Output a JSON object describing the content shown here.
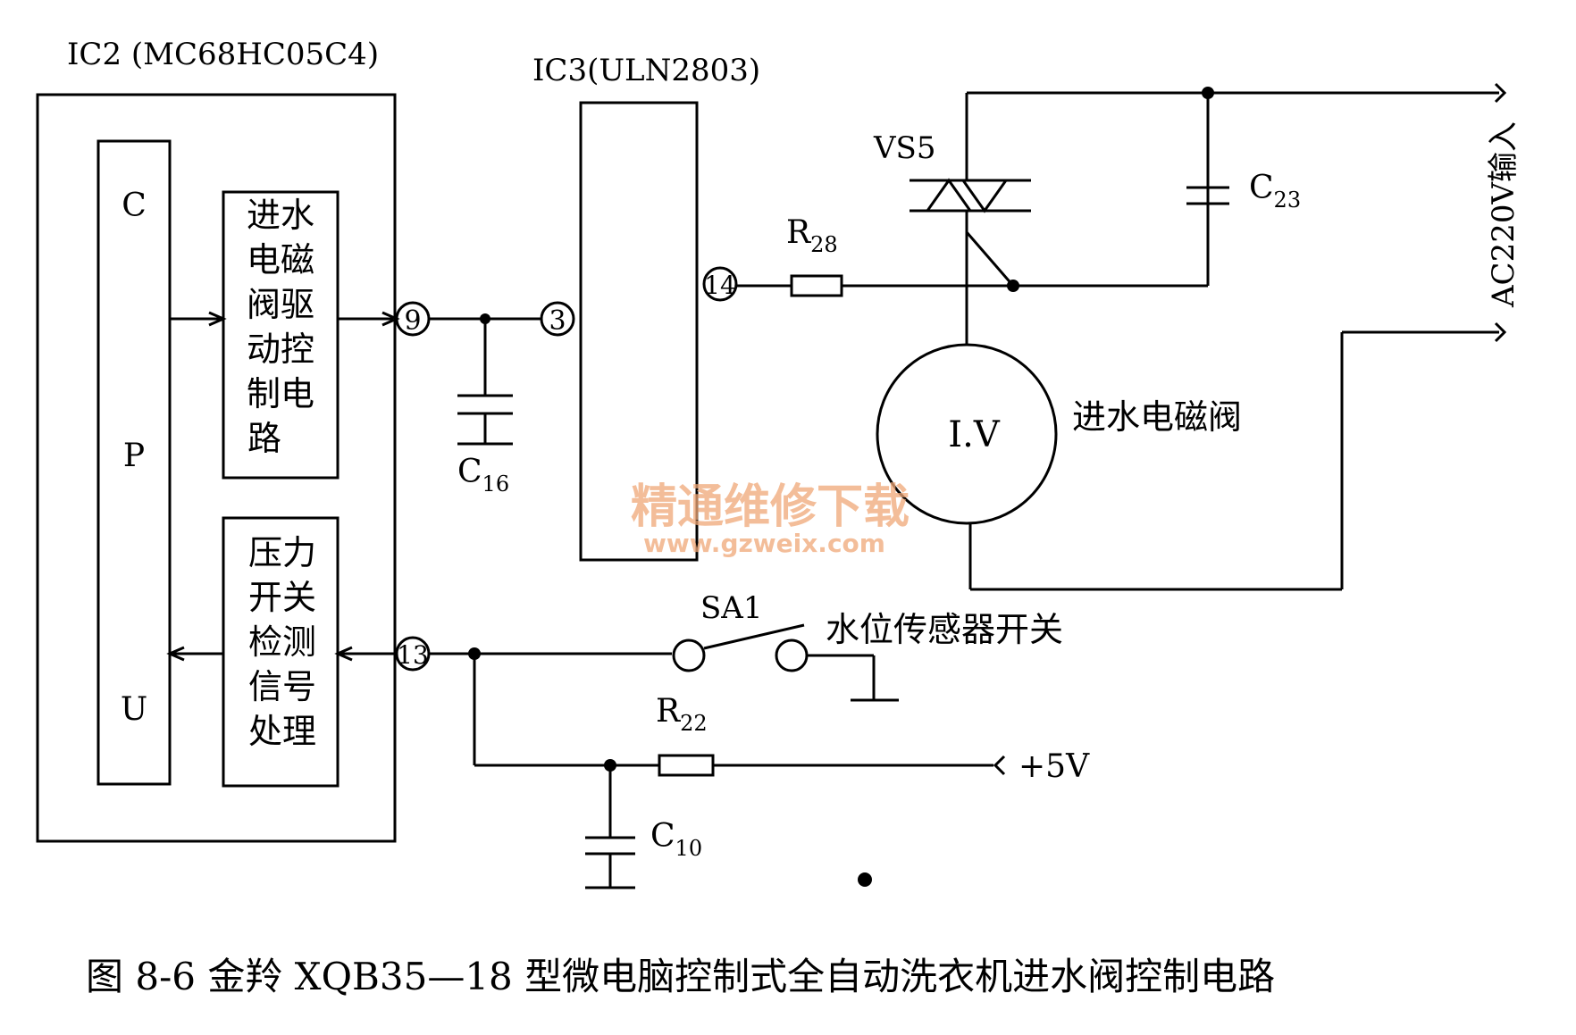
{
  "diagram": {
    "ic2_label": "IC2 (MC68HC05C4)",
    "ic3_label": "IC3(ULN2803)",
    "cpu_letters": [
      "C",
      "P",
      "U"
    ],
    "drive_block_lines": [
      "进水",
      "电磁",
      "阀驱",
      "动控",
      "制电",
      "路"
    ],
    "detect_block_lines": [
      "压力",
      "开关",
      "检测",
      "信号",
      "处理"
    ],
    "pins": {
      "p9": "9",
      "p3": "3",
      "p14": "14",
      "p13": "13"
    },
    "vs5_label": "VS5",
    "c23": {
      "main": "C",
      "sub": "23"
    },
    "r28": {
      "main": "R",
      "sub": "28"
    },
    "c16": {
      "main": "C",
      "sub": "16"
    },
    "r22": {
      "main": "R",
      "sub": "22"
    },
    "c10": {
      "main": "C",
      "sub": "10"
    },
    "ac_input_label": "AC220V输入",
    "valve_text": "I.V",
    "valve_label": "进水电磁阀",
    "sa1_label": "SA1",
    "sensor_label": "水位传感器开关",
    "plus5v_label": "+5V",
    "watermark_cn": "精通维修下载",
    "watermark_url": "www.gzweix.com",
    "watermark_color": "#f0a878"
  },
  "caption": "图 8-6   金羚 XQB35—18 型微电脑控制式全自动洗衣机进水阀控制电路"
}
